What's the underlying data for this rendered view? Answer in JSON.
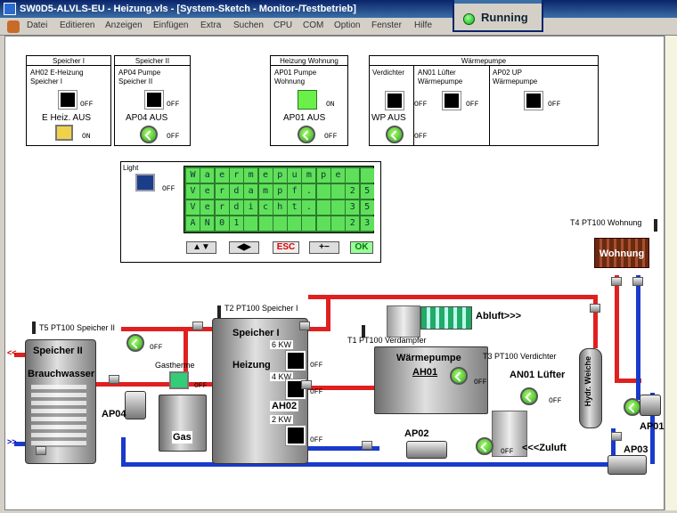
{
  "window": {
    "title": "SW0D5-ALVLS-EU - Heizung.vls - [System-Sketch - Monitor-/Testbetrieb]"
  },
  "menu": [
    "Datei",
    "Editieren",
    "Anzeigen",
    "Einfügen",
    "Extra",
    "Suchen",
    "CPU",
    "COM",
    "Option",
    "Fenster",
    "Hilfe"
  ],
  "status": {
    "label": "Running",
    "color": "#22aa22"
  },
  "panels": {
    "speicher1": {
      "title": "Speicher I",
      "line1": "AH02 E-Heizung",
      "line2": "Speicher I",
      "state1": "OFF",
      "caption": "E Heiz. AUS",
      "state2": "ON"
    },
    "speicher2": {
      "title": "Speicher II",
      "line1": "AP04 Pumpe",
      "line2": "Speicher II",
      "state1": "OFF",
      "caption": "AP04 AUS",
      "state2": "OFF"
    },
    "wohnung": {
      "title": "Heizung Wohnung",
      "line1": "AP01 Pumpe",
      "line2": "Wohnung",
      "state1": "ON",
      "caption": "AP01 AUS",
      "state2": "OFF"
    },
    "waermepumpe": {
      "title": "Wärmepumpe",
      "c1": "Verdichter",
      "c2a": "AN01 Lüfter",
      "c2b": "Wärmepumpe",
      "c3a": "AP02 UP",
      "c3b": "Wärmepumpe",
      "s1": "OFF",
      "s2": "OFF",
      "s3": "OFF",
      "caption": "WP AUS",
      "s4": "OFF"
    }
  },
  "light": {
    "label": "Light",
    "state": "OFF"
  },
  "lcd": {
    "rows": [
      "Waermepumpe",
      "Verdampf.  25",
      "Verdicht.  35",
      "AN01       23"
    ]
  },
  "keys": {
    "updown": "▲▼",
    "leftright": "◀▶",
    "esc": "ESC",
    "plusminus": "+−",
    "ok": "OK"
  },
  "diagram": {
    "t5": "T5 PT100 Speicher II",
    "t2": "T2 PT100 Speicher I",
    "t1": "T1 PT100 Verdampfer",
    "t3": "T3 PT100 Verdichter",
    "t4": "T4 PT100 Wohnung",
    "speicher2": "Speicher II",
    "brauchwasser": "Brauchwasser",
    "gastherme": "Gastherme",
    "gas": "Gas",
    "speicher1": "Speicher I",
    "heizung": "Heizung",
    "kw6": "6 KW",
    "kw4": "4 KW",
    "kw2": "2 KW",
    "ah02": "AH02",
    "waermepumpe": "Wärmepumpe",
    "ah01": "AH01",
    "an01": "AN01 Lüfter",
    "abluft": "Abluft>>>",
    "zuluft": "<<<Zuluft",
    "wohnung": "Wohnung",
    "hydr": "Hydr. Weiche",
    "ap04": "AP04",
    "ap02": "AP02",
    "ap03": "AP03",
    "ap01": "AP01",
    "off": "OFF",
    "on": "ON",
    "arrow_l": "<<",
    "arrow_r": ">>"
  }
}
